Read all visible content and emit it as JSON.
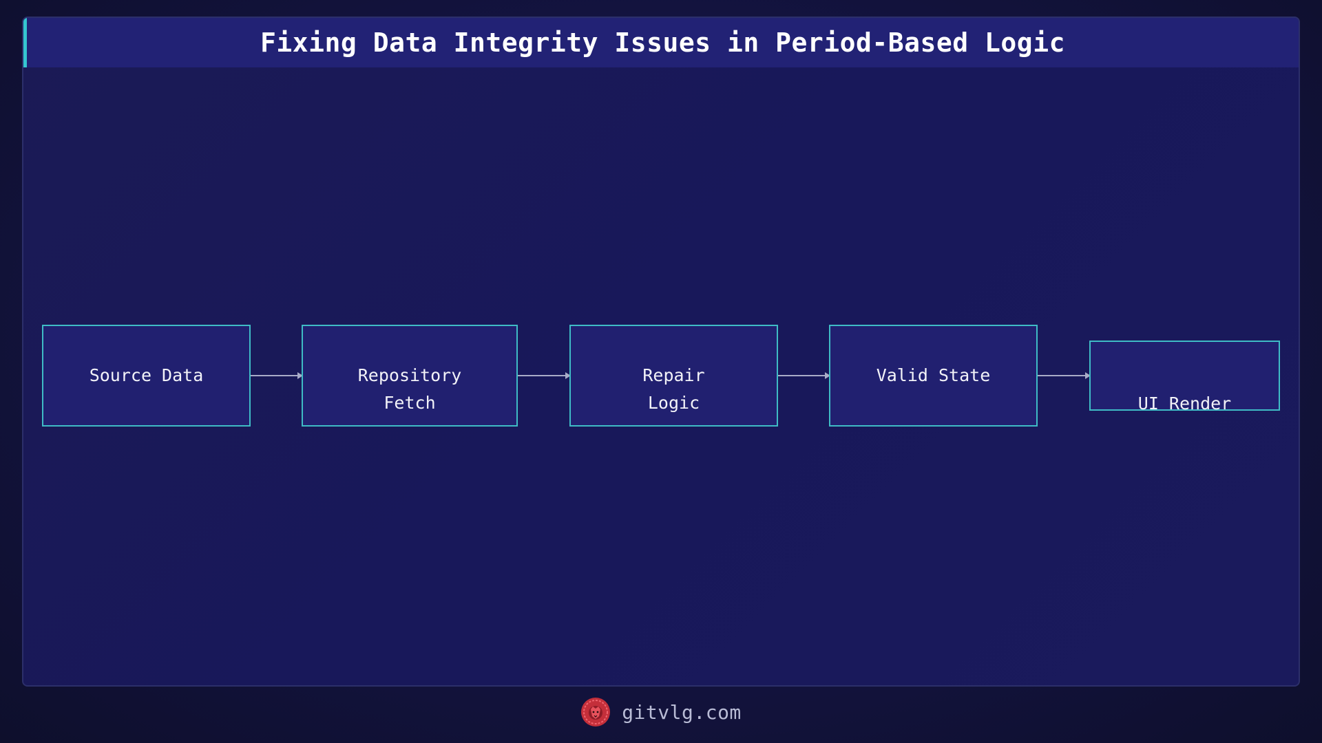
{
  "header": {
    "title": "Fixing Data Integrity Issues in Period-Based Logic"
  },
  "diagram": {
    "nodes": [
      {
        "id": "source-data",
        "label": "Source Data"
      },
      {
        "id": "repository-fetch",
        "label": "Repository\nFetch"
      },
      {
        "id": "repair-logic",
        "label": "Repair\nLogic"
      },
      {
        "id": "valid-state",
        "label": "Valid State"
      },
      {
        "id": "ui-render",
        "label": "UI Render"
      }
    ],
    "edges": [
      {
        "from": "source-data",
        "to": "repository-fetch"
      },
      {
        "from": "repository-fetch",
        "to": "repair-logic"
      },
      {
        "from": "repair-logic",
        "to": "valid-state"
      },
      {
        "from": "valid-state",
        "to": "ui-render"
      }
    ]
  },
  "footer": {
    "site": "gitvlg.com",
    "logo_icon": "lion-icon"
  },
  "colors": {
    "background": "#13133f",
    "title_bar": "#222275",
    "accent": "#35c6d0",
    "node_fill": "#212070",
    "node_border": "#3fbcc6",
    "logo": "#d8343f"
  }
}
